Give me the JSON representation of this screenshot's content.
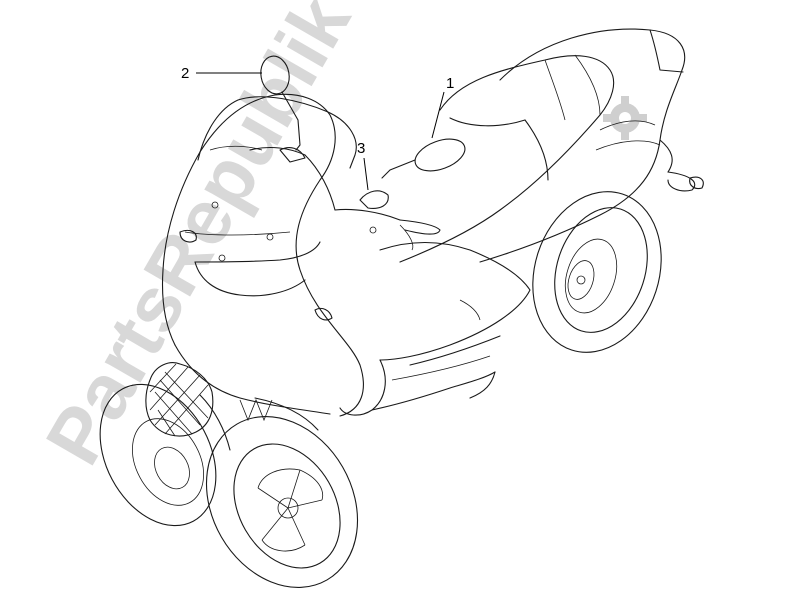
{
  "diagram": {
    "callouts": [
      {
        "id": "callout-1",
        "label": "1"
      },
      {
        "id": "callout-2",
        "label": "2"
      },
      {
        "id": "callout-3",
        "label": "3"
      }
    ],
    "watermark_text": "PartsRepublik"
  }
}
